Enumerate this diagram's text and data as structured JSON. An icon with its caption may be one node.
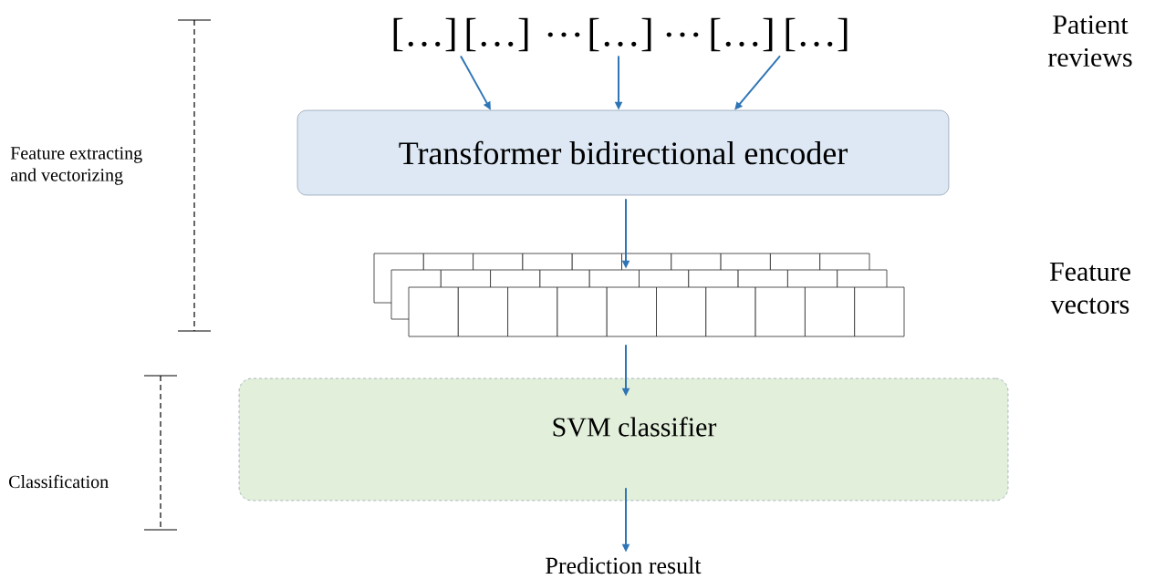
{
  "diagram": {
    "nodes": [
      {
        "text": [
          "[…]"
        ]
      },
      {
        "text": [
          "[…]"
        ]
      },
      {
        "text": [
          "[…]"
        ]
      },
      {
        "text": [
          "[…]"
        ]
      },
      {
        "text": [
          "[…]"
        ]
      },
      {
        "text": [
          "Transformer bidirectional encoder"
        ]
      },
      {
        "text": [],
        "shape": "grid"
      },
      {
        "text": [
          "SVM classifier"
        ]
      },
      {
        "text": [
          "Prediction result"
        ]
      }
    ],
    "edges": [
      {
        "from": 0,
        "to": 5,
        "arrow": "to"
      },
      {
        "from": 2,
        "to": 5,
        "arrow": "to"
      },
      {
        "from": 3,
        "to": 5,
        "arrow": "to"
      },
      {
        "from": 5,
        "to": 6,
        "arrow": "to"
      },
      {
        "from": 6,
        "to": 7,
        "arrow": "to"
      },
      {
        "from": 7,
        "to": 8,
        "arrow": "to"
      }
    ],
    "labels": [
      "…",
      "…",
      "Patient reviews",
      "Feature extracting and vectorizing",
      "Feature vectors",
      "Classification"
    ]
  }
}
